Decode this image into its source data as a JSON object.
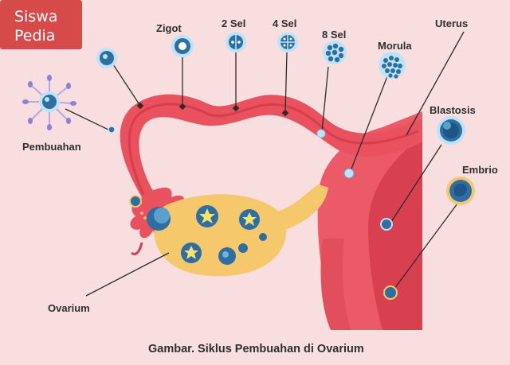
{
  "logo": {
    "line1": "Siswa",
    "line2": "Pedia"
  },
  "labels": {
    "zigot": "Zigot",
    "sel2": "2 Sel",
    "sel4": "4 Sel",
    "sel8": "8 Sel",
    "morula": "Morula",
    "uterus": "Uterus",
    "blastosis": "Blastosis",
    "embrio": "Embrio",
    "pembuahan": "Pembuahan",
    "ovarium": "Ovarium"
  },
  "caption": "Gambar. Siklus Pembuahan di Ovarium",
  "colors": {
    "background": "#f8dede",
    "logo_red": "#d64a4a",
    "tube": "#e9515e",
    "tube_dark": "#d63d4d",
    "uterus": "#ec5a67",
    "uterus_inner": "#d9404f",
    "ovary": "#f5c96b",
    "cell_blue": "#2e6ea3",
    "cell_light": "#bde3f6"
  }
}
